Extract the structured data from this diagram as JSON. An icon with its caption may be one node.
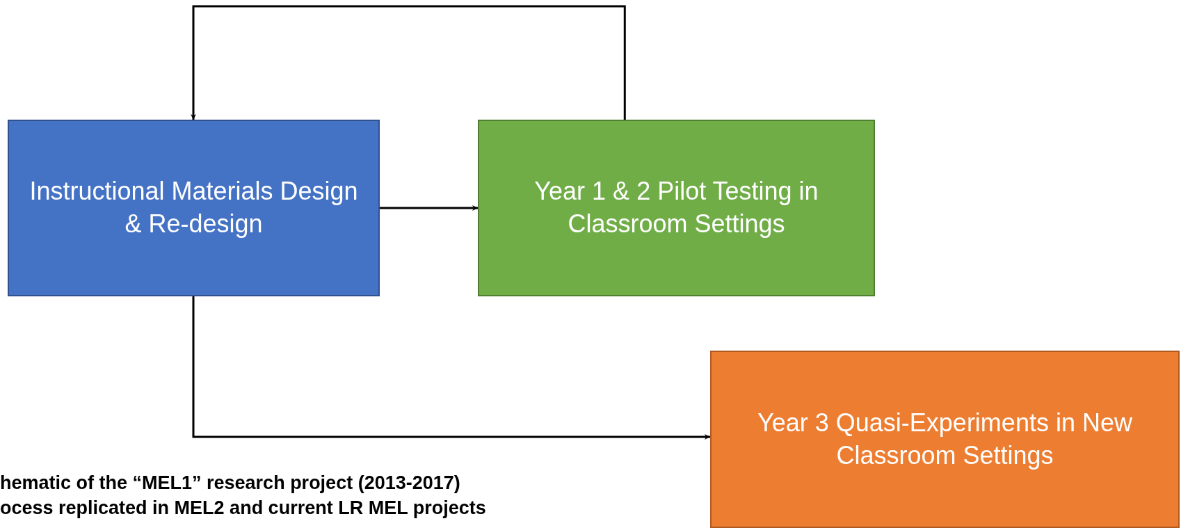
{
  "diagram": {
    "nodes": [
      {
        "text": [
          "Instructional Materials Design & Re-design"
        ]
      },
      {
        "text": [
          "Year 1 & 2 Pilot Testing in Classroom Settings"
        ]
      },
      {
        "text": [
          "Year 3 Quasi-Experiments in New Classroom Settings"
        ]
      }
    ],
    "edges": [
      {
        "from": 0,
        "to": 1,
        "arrow": "to"
      },
      {
        "from": 1,
        "to": 0,
        "arrow": "to"
      },
      {
        "from": 0,
        "to": 2,
        "arrow": "to"
      }
    ],
    "labels": [
      "hematic of the “MEL1” research project (2013-2017)",
      "ocess replicated in MEL2 and current LR MEL projects"
    ]
  }
}
